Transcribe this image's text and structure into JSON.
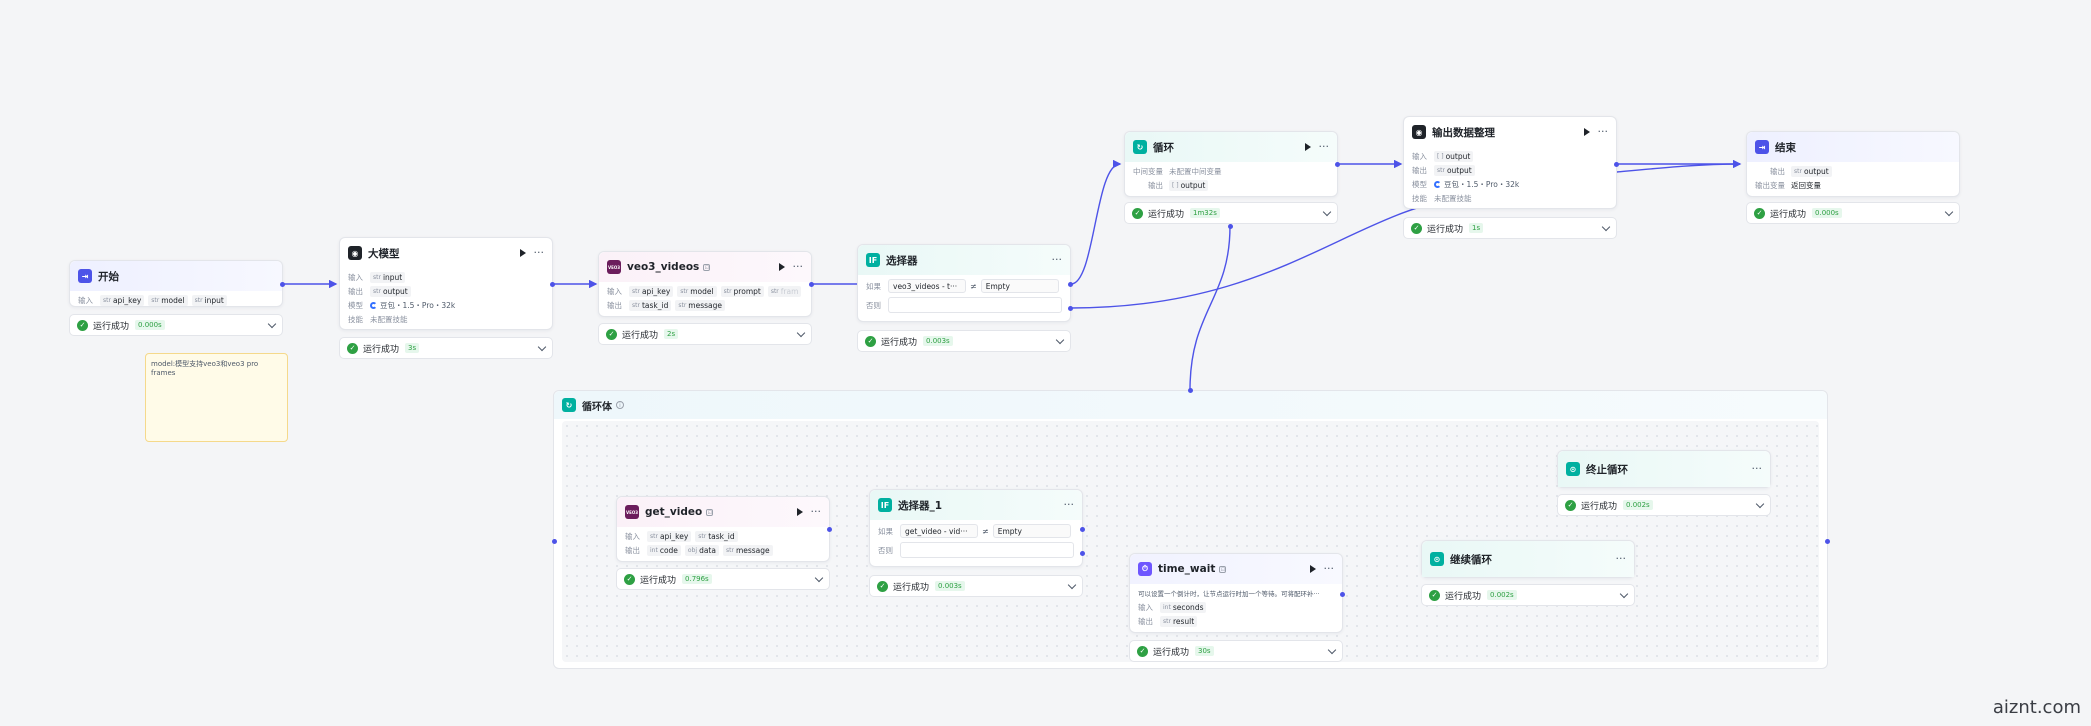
{
  "status_label": "运行成功",
  "labels": {
    "input": "输入",
    "output": "输出",
    "model": "模型",
    "skill": "技能",
    "if": "如果",
    "else": "否则",
    "mid_var": "中间变量",
    "output_var": "输出变量"
  },
  "type_tags": {
    "str": "str",
    "obj": "obj",
    "int": "int",
    "arr": "[ ]"
  },
  "start": {
    "title": "开始",
    "inputs": [
      "api_key",
      "model",
      "input"
    ],
    "time": "0.000s"
  },
  "note": {
    "text": "model:模型支持veo3和veo3 pro frames"
  },
  "llm": {
    "title": "大模型",
    "input": "input",
    "output": "output",
    "model": "豆包・1.5・Pro・32k",
    "skill": "未配置技能",
    "time": "3s"
  },
  "veo3": {
    "title": "veo3_videos",
    "icon_text": "VEO3",
    "inputs": [
      "api_key",
      "model",
      "prompt",
      "fram"
    ],
    "outputs": [
      "task_id",
      "message"
    ],
    "more": "···",
    "time": "2s"
  },
  "selector": {
    "title": "选择器",
    "cond_left": "veo3_videos - t···",
    "op": "≠",
    "cond_right": "Empty",
    "time": "0.003s"
  },
  "loop": {
    "title": "循环",
    "mid_var": "未配置中间变量",
    "output": "output",
    "time": "1m32s"
  },
  "output_org": {
    "title": "输出数据整理",
    "input": "output",
    "output": "output",
    "model": "豆包・1.5・Pro・32k",
    "skill": "未配置技能",
    "time": "1s"
  },
  "end": {
    "title": "结束",
    "output": "output",
    "output_var": "返回变量",
    "time": "0.000s"
  },
  "loop_body": {
    "title": "循环体"
  },
  "get_video": {
    "title": "get_video",
    "icon_text": "VEO3",
    "inputs": [
      "api_key",
      "task_id"
    ],
    "outputs": [
      "code",
      "data",
      "message"
    ],
    "time": "0.796s"
  },
  "selector1": {
    "title": "选择器_1",
    "cond_left": "get_video - vid···",
    "op": "≠",
    "cond_right": "Empty",
    "time": "0.003s"
  },
  "time_wait": {
    "title": "time_wait",
    "desc": "可以设置一个倒计时，让节点运行时加一个等待。可将配环补···",
    "input": "seconds",
    "output": "result",
    "time": "30s"
  },
  "stop_loop": {
    "title": "终止循环",
    "time": "0.002s"
  },
  "continue_loop": {
    "title": "继续循环",
    "time": "0.002s"
  },
  "watermark": "aiznt.com",
  "colors": {
    "accent": "#4d53e8",
    "success": "#2ea043"
  }
}
